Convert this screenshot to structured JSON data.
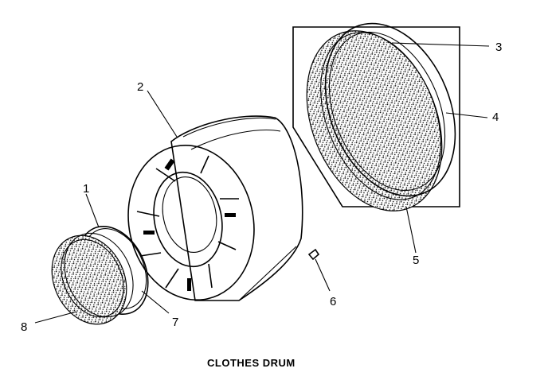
{
  "diagram": {
    "caption": "CLOTHES DRUM",
    "callouts": [
      {
        "id": "1",
        "text": "1"
      },
      {
        "id": "2",
        "text": "2"
      },
      {
        "id": "3",
        "text": "3"
      },
      {
        "id": "4",
        "text": "4"
      },
      {
        "id": "5",
        "text": "5"
      },
      {
        "id": "6",
        "text": "6"
      },
      {
        "id": "7",
        "text": "7"
      },
      {
        "id": "8",
        "text": "8"
      }
    ]
  }
}
